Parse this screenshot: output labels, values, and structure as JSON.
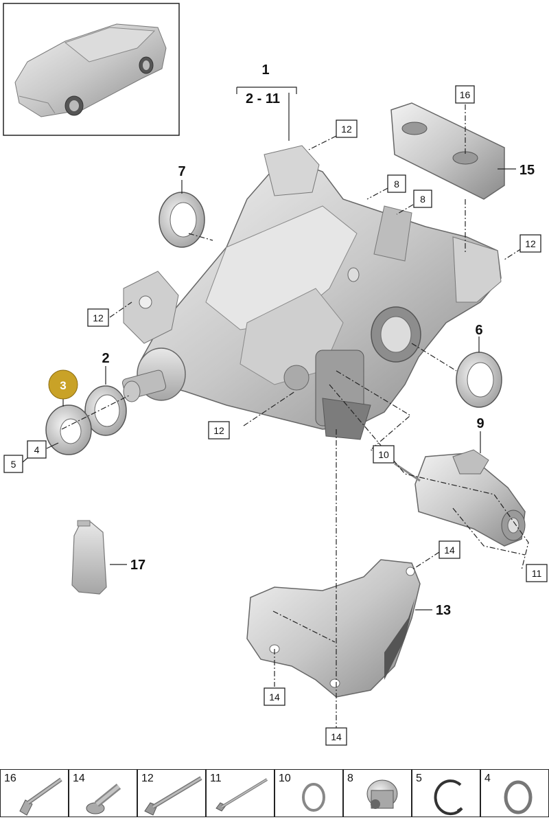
{
  "callouts": {
    "assembly": "1",
    "range": "2 - 11",
    "p2": "2",
    "p3": "3",
    "p4": "4",
    "p5": "5",
    "p6": "6",
    "p7": "7",
    "p8a": "8",
    "p8b": "8",
    "p9": "9",
    "p10": "10",
    "p11": "11",
    "p12a": "12",
    "p12b": "12",
    "p12c": "12",
    "p12d": "12",
    "p13": "13",
    "p14a": "14",
    "p14b": "14",
    "p14c": "14",
    "p15": "15",
    "p16": "16",
    "p17": "17"
  },
  "colors": {
    "highlight": "#c9a227",
    "line": "#222222",
    "part_fill": "#d9d9d9",
    "part_shade": "#9a9a9a"
  },
  "parts_strip": [
    {
      "label": "16",
      "icon": "bolt-hex-socket-icon"
    },
    {
      "label": "14",
      "icon": "bolt-short-flange-icon"
    },
    {
      "label": "12",
      "icon": "bolt-long-hex-icon"
    },
    {
      "label": "11",
      "icon": "bolt-long-thin-icon"
    },
    {
      "label": "10",
      "icon": "o-ring-icon"
    },
    {
      "label": "8",
      "icon": "plug-screw-icon"
    },
    {
      "label": "5",
      "icon": "circlip-icon"
    },
    {
      "label": "4",
      "icon": "seal-ring-icon"
    }
  ]
}
